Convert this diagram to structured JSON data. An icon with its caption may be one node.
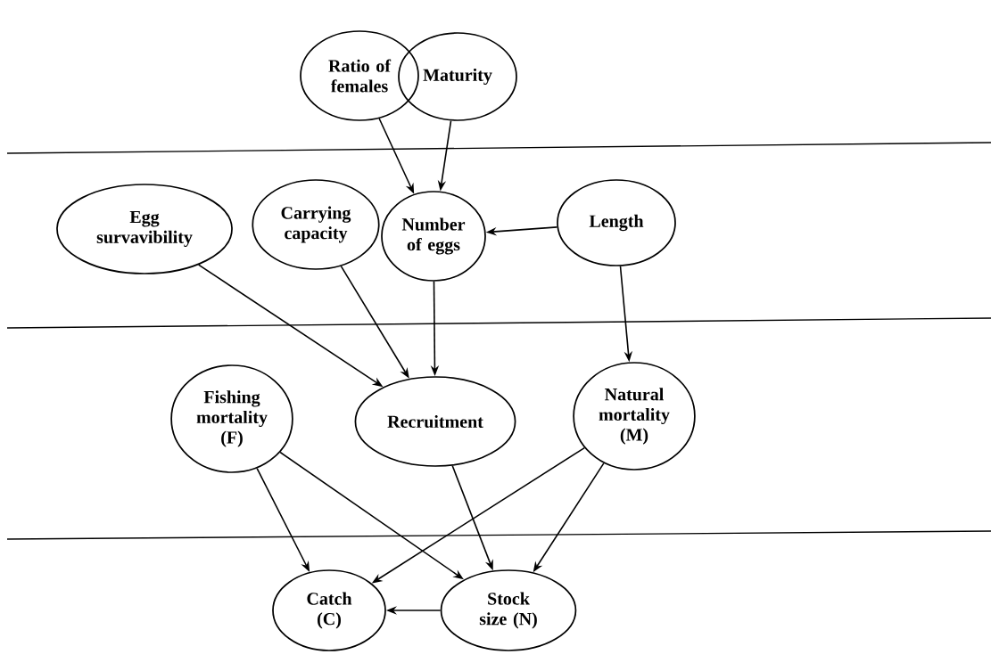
{
  "diagram": {
    "nodes": [
      {
        "text": [
          "Ratio of females"
        ]
      },
      {
        "text": [
          "Maturity"
        ]
      },
      {
        "text": [
          "Egg survavibility"
        ]
      },
      {
        "text": [
          "Carrying capacity"
        ]
      },
      {
        "text": [
          "Number of eggs"
        ]
      },
      {
        "text": [
          "Length"
        ]
      },
      {
        "text": [
          "Fishing mortality (F)"
        ]
      },
      {
        "text": [
          "Recruitment"
        ]
      },
      {
        "text": [
          "Natural mortality (M)"
        ]
      },
      {
        "text": [
          "Catch (C)"
        ]
      },
      {
        "text": [
          "Stock size (N)"
        ]
      }
    ],
    "edges": [
      {
        "from": 0,
        "to": 4,
        "arrow": "to"
      },
      {
        "from": 1,
        "to": 4,
        "arrow": "to"
      },
      {
        "from": 5,
        "to": 4,
        "arrow": "to"
      },
      {
        "from": 2,
        "to": 7,
        "arrow": "to"
      },
      {
        "from": 3,
        "to": 7,
        "arrow": "to"
      },
      {
        "from": 4,
        "to": 7,
        "arrow": "to"
      },
      {
        "from": 5,
        "to": 8,
        "arrow": "to"
      },
      {
        "from": 6,
        "to": 9,
        "arrow": "to"
      },
      {
        "from": 6,
        "to": 10,
        "arrow": "to"
      },
      {
        "from": 7,
        "to": 10,
        "arrow": "to"
      },
      {
        "from": 8,
        "to": 9,
        "arrow": "to"
      },
      {
        "from": 8,
        "to": 10,
        "arrow": "to"
      },
      {
        "from": 10,
        "to": 9,
        "arrow": "to"
      }
    ]
  }
}
